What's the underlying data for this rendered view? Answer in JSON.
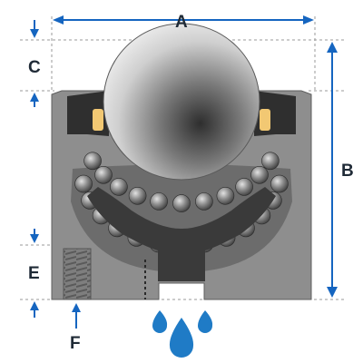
{
  "labels": {
    "a": "A",
    "b": "B",
    "c": "C",
    "e": "E",
    "f": "F"
  },
  "colors": {
    "housing": "#8e8e8e",
    "housing_dark": "#6e6e6e",
    "seal": "#2f2f2f",
    "felt_ring": "#f2c873",
    "support_cup": "#3a3a3a",
    "dimension_arrows": "#1565c0",
    "label_text": "#1f2a36",
    "water_drops": "#1f7bc6",
    "extension_lines": "#9a9a9a"
  },
  "icons": [
    "main-ball",
    "support-ball",
    "water-drop-icon",
    "threaded-hole",
    "drain-channel"
  ]
}
